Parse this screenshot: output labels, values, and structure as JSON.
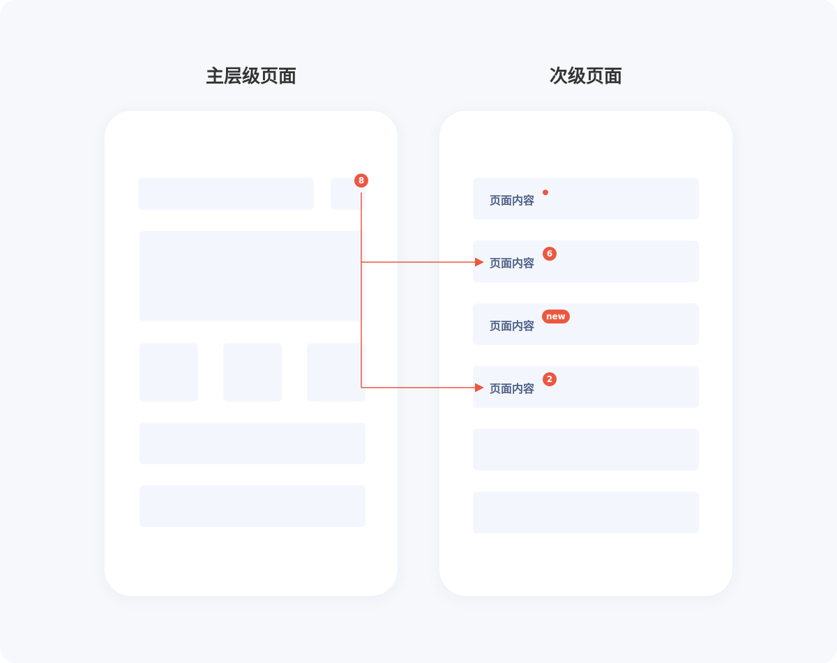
{
  "titles": {
    "primary": "主层级页面",
    "secondary": "次级页面"
  },
  "primary_page": {
    "badge_count": "8"
  },
  "secondary_page": {
    "rows": [
      {
        "label": "页面内容",
        "badge_type": "dot"
      },
      {
        "label": "页面内容",
        "badge_type": "number",
        "badge_text": "6"
      },
      {
        "label": "页面内容",
        "badge_type": "text",
        "badge_text": "new"
      },
      {
        "label": "页面内容",
        "badge_type": "number",
        "badge_text": "2"
      }
    ]
  },
  "colors": {
    "background": "#f6f8fb",
    "card": "#ffffff",
    "placeholder": "#f3f7fd",
    "accent": "#ec5740",
    "title_text": "#333333",
    "row_text": "#4e5f86"
  }
}
